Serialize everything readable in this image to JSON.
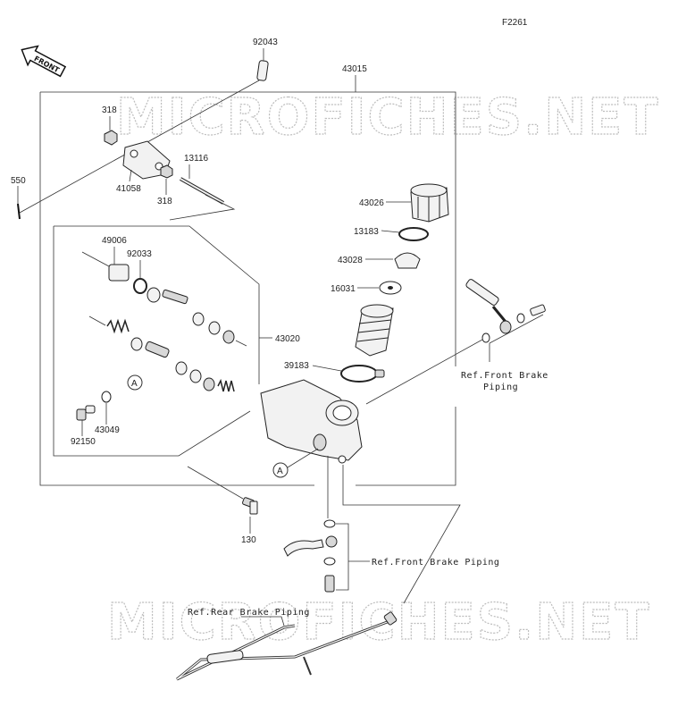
{
  "figure_id": "F2261",
  "front_label": "FRONT",
  "watermark": "MICROFICHES.NET",
  "parts": {
    "p92043": "92043",
    "p43015": "43015",
    "p318a": "318",
    "p318b": "318",
    "p41058": "41058",
    "p13116": "13116",
    "p550": "550",
    "p43026": "43026",
    "p13183": "13183",
    "p43028": "43028",
    "p16031": "16031",
    "p49006": "49006",
    "p92033": "92033",
    "p43020": "43020",
    "p39183": "39183",
    "p92150": "92150",
    "p43049": "43049",
    "p130": "130"
  },
  "callout_a": "A",
  "refs": {
    "front_brake_top_line1": "Ref.Front Brake",
    "front_brake_top_line2": "Piping",
    "front_brake_mid": "Ref.Front Brake Piping",
    "rear_brake": "Ref.Rear Brake Piping"
  }
}
